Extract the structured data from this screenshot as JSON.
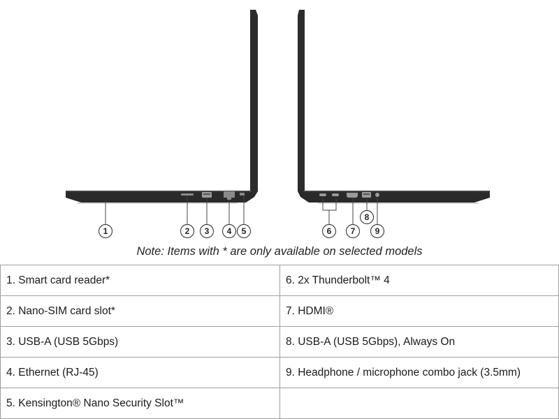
{
  "colors": {
    "laptop_body": "#2c2c2c",
    "laptop_edge": "#4a4a4a",
    "callout_line": "#444444",
    "table_border": "#9e9e9e",
    "text": "#1a1a1a"
  },
  "callouts": {
    "left_side": [
      "1",
      "2",
      "3",
      "4",
      "5"
    ],
    "right_side": [
      "6",
      "7",
      "8",
      "9"
    ]
  },
  "note": {
    "lead": "Note",
    "text": ": Items with * are only available on selected models"
  },
  "ports_table": {
    "rows": [
      [
        "1. Smart card reader*",
        "6. 2x Thunderbolt™ 4"
      ],
      [
        "2. Nano-SIM card slot*",
        "7. HDMI®"
      ],
      [
        "3. USB-A (USB 5Gbps)",
        "8. USB-A (USB 5Gbps), Always On"
      ],
      [
        "4. Ethernet (RJ-45)",
        "9. Headphone / microphone combo jack (3.5mm)"
      ],
      [
        "5. Kensington® Nano Security Slot™",
        ""
      ]
    ]
  }
}
